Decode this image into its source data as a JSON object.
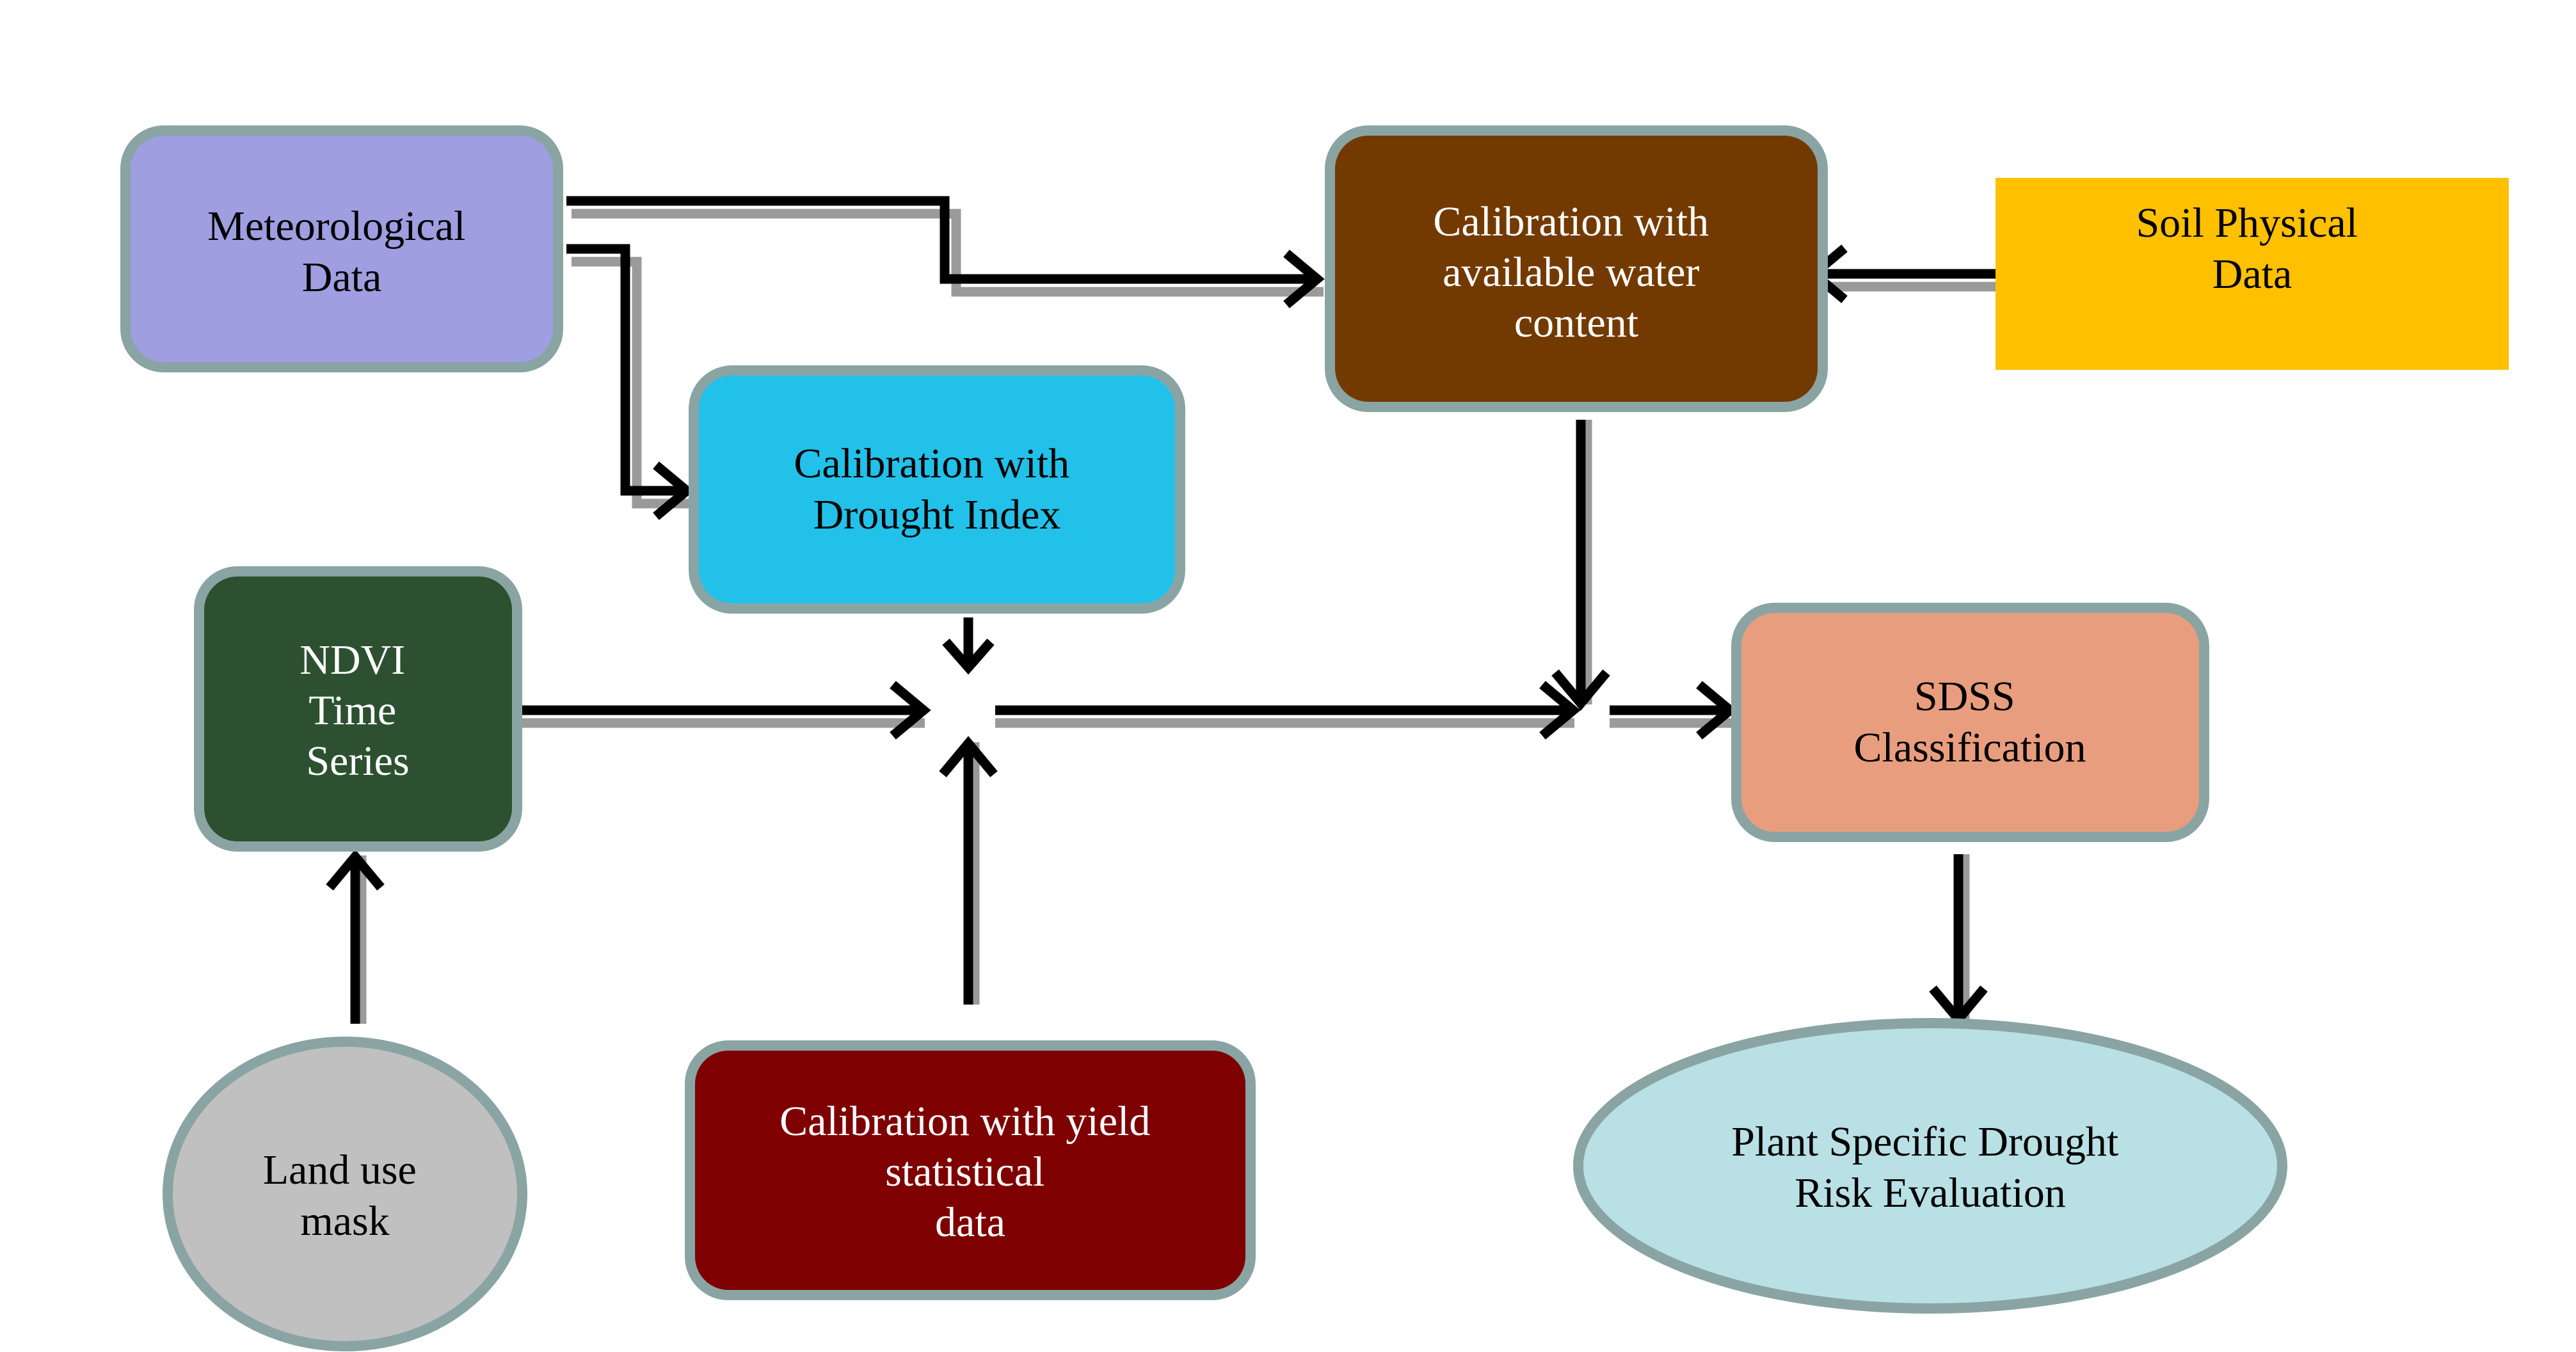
{
  "colors": {
    "meteorological": "#9e9ee0",
    "drought_index": "#22c1e9",
    "water_content": "#733a00",
    "soil": "#ffc000",
    "ndvi": "#2d5130",
    "sdss": "#e89e7e",
    "land_use": "#c0c0c0",
    "yield": "#7e0000",
    "risk": "#b9e0e4",
    "border": "#8aa4a4",
    "arrow": "#000000"
  },
  "nodes": {
    "meteorological": [
      "Meteorological",
      "Data"
    ],
    "drought_index": [
      "Calibration with",
      "Drought Index"
    ],
    "water_content": [
      "Calibration with",
      "available water",
      "content"
    ],
    "soil": [
      "Soil Physical",
      "Data"
    ],
    "ndvi": [
      "NDVI",
      "Time",
      "Series"
    ],
    "sdss": [
      "SDSS",
      "Classification"
    ],
    "land_use": [
      "Land use",
      "mask"
    ],
    "yield": [
      "Calibration with yield",
      "statistical",
      "data"
    ],
    "risk": [
      "Plant Specific Drought",
      "Risk Evaluation"
    ]
  }
}
